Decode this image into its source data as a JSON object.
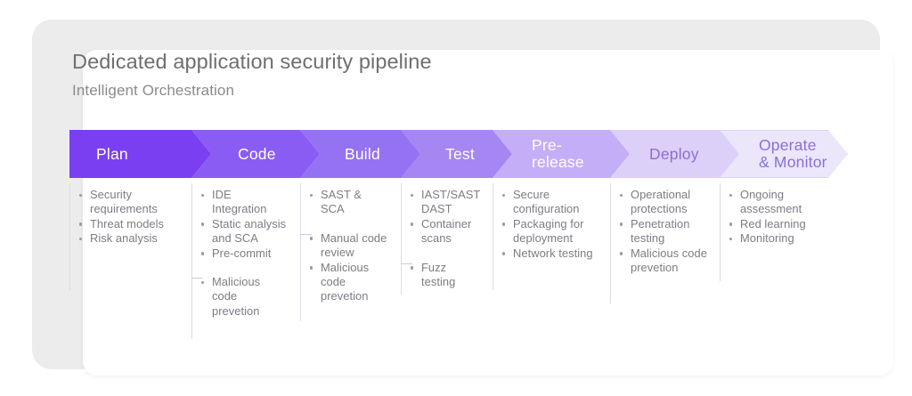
{
  "header": {
    "title": "Dedicated application security pipeline",
    "subtitle": "Intelligent Orchestration"
  },
  "colors": {
    "stage_1": "#7b3ff2",
    "stage_2": "#8a5cf3",
    "stage_3": "#9572f1",
    "stage_4": "#a586f2",
    "stage_5": "#c4aef7",
    "stage_6": "#dcd0f8",
    "stage_7": "#ece6fb",
    "text_light": "#ffffff",
    "text_purple": "#8a6fd6",
    "divider": "#dcdce2",
    "bullet_text": "#7c7c84",
    "title_text": "#6e6e73",
    "panel_bg": "#ececec",
    "card_bg": "#ffffff"
  },
  "pipeline": {
    "stages": [
      {
        "label": "Plan",
        "bg": "#7b3ff2",
        "fg": "#ffffff",
        "items": [
          {
            "text": "Security requirements",
            "gap": false
          },
          {
            "text": "Threat models",
            "gap": false
          },
          {
            "text": "Risk analysis",
            "gap": false
          }
        ]
      },
      {
        "label": "Code",
        "bg": "#8a5cf3",
        "fg": "#ffffff",
        "items": [
          {
            "text": "IDE Integration",
            "gap": false
          },
          {
            "text": "Static analysis and SCA",
            "gap": false
          },
          {
            "text": "Pre-commit",
            "gap": false
          },
          {
            "text": "Malicious code prevetion",
            "gap": true
          }
        ]
      },
      {
        "label": "Build",
        "bg": "#9572f1",
        "fg": "#ffffff",
        "items": [
          {
            "text": "SAST & SCA",
            "gap": false
          },
          {
            "text": "Manual code review",
            "gap": true
          },
          {
            "text": "Malicious code prevetion",
            "gap": false
          }
        ]
      },
      {
        "label": "Test",
        "bg": "#a586f2",
        "fg": "#ffffff",
        "items": [
          {
            "text": "IAST/SAST DAST",
            "gap": false
          },
          {
            "text": "Container scans",
            "gap": false
          },
          {
            "text": "Fuzz testing",
            "gap": true
          }
        ]
      },
      {
        "label": "Pre-\nrelease",
        "bg": "#c4aef7",
        "fg": "#ffffff",
        "items": [
          {
            "text": "Secure configuration",
            "gap": false
          },
          {
            "text": "Packaging for deployment",
            "gap": false
          },
          {
            "text": "Network testing",
            "gap": false
          }
        ]
      },
      {
        "label": "Deploy",
        "bg": "#dcd0f8",
        "fg": "#8a6fd6",
        "items": [
          {
            "text": "Operational protections",
            "gap": false
          },
          {
            "text": "Penetration testing",
            "gap": false
          },
          {
            "text": "Malicious code prevetion",
            "gap": false
          }
        ]
      },
      {
        "label": "Operate\n& Monitor",
        "bg": "#ece6fb",
        "fg": "#8a6fd6",
        "items": [
          {
            "text": "Ongoing assessment",
            "gap": false
          },
          {
            "text": "Red learning",
            "gap": false
          },
          {
            "text": "Monitoring",
            "gap": false
          }
        ]
      }
    ]
  }
}
